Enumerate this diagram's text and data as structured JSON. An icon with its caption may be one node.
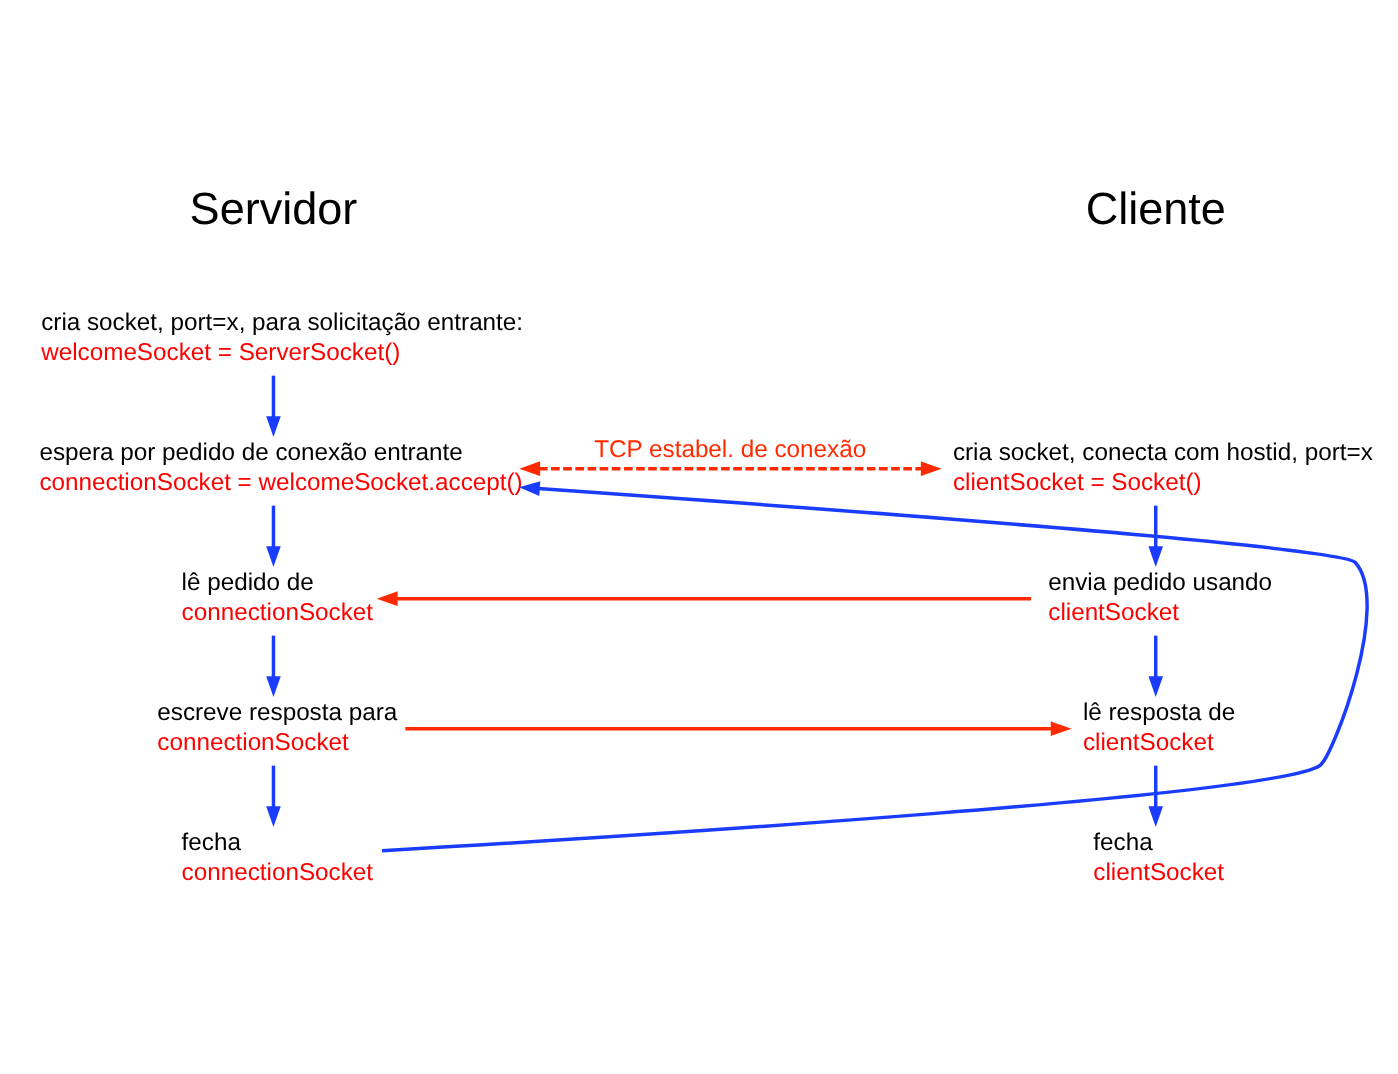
{
  "diagram": {
    "nodes": [
      {
        "text": [
          "cria socket, port=x, para solicitação entrante:",
          "welcomeSocket = ServerSocket()"
        ]
      },
      {
        "text": [
          "espera por pedido de conexão entrante",
          "connectionSocket = welcomeSocket.accept()"
        ]
      },
      {
        "text": [
          "lê pedido de",
          "connectionSocket"
        ]
      },
      {
        "text": [
          "escreve resposta para",
          "connectionSocket"
        ]
      },
      {
        "text": [
          "fecha",
          "connectionSocket"
        ]
      },
      {
        "text": [
          "cria socket, conecta com hostid, port=x",
          "clientSocket = Socket()"
        ]
      },
      {
        "text": [
          "envia pedido usando",
          "clientSocket"
        ]
      },
      {
        "text": [
          "lê resposta de",
          "clientSocket"
        ]
      },
      {
        "text": [
          "fecha",
          "clientSocket"
        ]
      }
    ],
    "edges": [
      {
        "from": 0,
        "to": 1,
        "arrow": "to"
      },
      {
        "from": 1,
        "to": 5,
        "arrow": "both",
        "label": "TCP estabel. de conexão",
        "style": "dashed",
        "color": "#ff2a00"
      },
      {
        "from": 1,
        "to": 2,
        "arrow": "to"
      },
      {
        "from": 5,
        "to": 6,
        "arrow": "to"
      },
      {
        "from": 6,
        "to": 2,
        "arrow": "to",
        "color": "#ff2a00"
      },
      {
        "from": 2,
        "to": 3,
        "arrow": "to"
      },
      {
        "from": 6,
        "to": 7,
        "arrow": "to"
      },
      {
        "from": 3,
        "to": 7,
        "arrow": "to",
        "color": "#ff2a00"
      },
      {
        "from": 3,
        "to": 4,
        "arrow": "to"
      },
      {
        "from": 7,
        "to": 8,
        "arrow": "to"
      },
      {
        "from": 4,
        "to": 1,
        "arrow": "to"
      }
    ],
    "labels": [
      "Servidor",
      "Cliente"
    ]
  }
}
